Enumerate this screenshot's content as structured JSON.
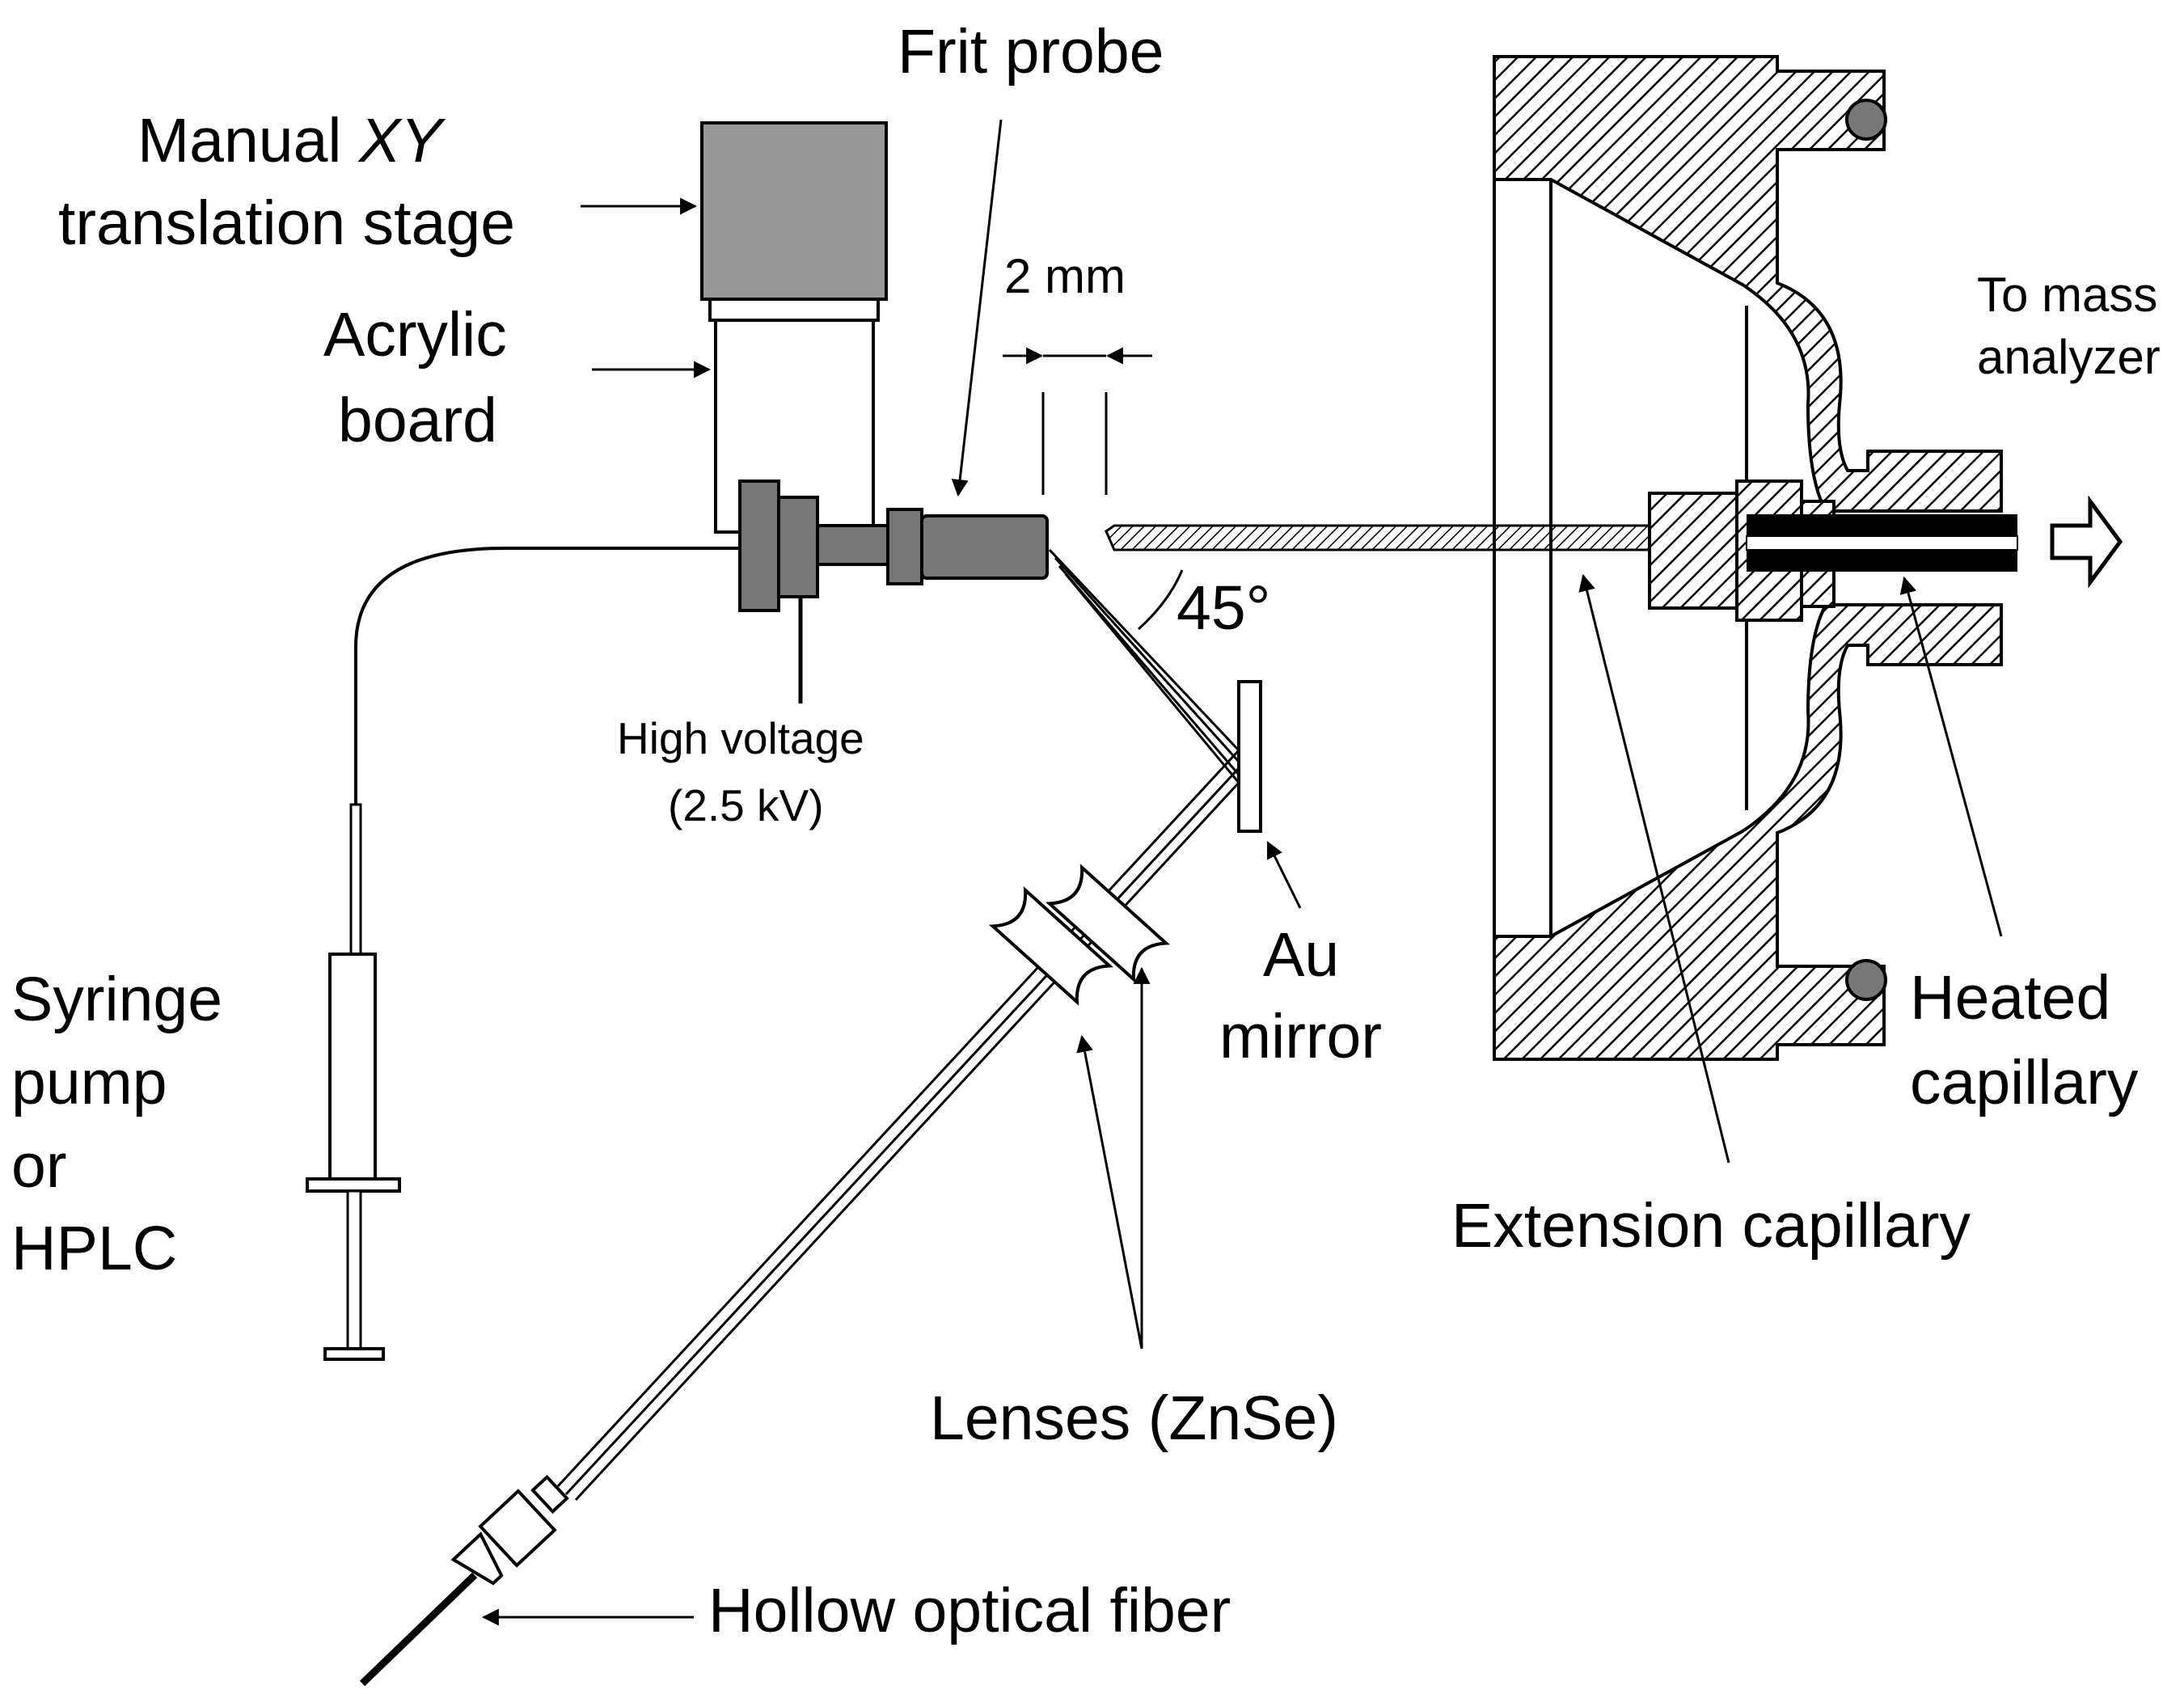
{
  "labels": {
    "frit_probe": "Frit probe",
    "stage_line1_prefix": "Manual ",
    "stage_line1_italic": "XY",
    "stage_line2": "translation stage",
    "acrylic_line1": "Acrylic",
    "acrylic_line2": "board",
    "gap": "2 mm",
    "angle": "45°",
    "hv_line1": "High voltage",
    "hv_line2": "(2.5 kV)",
    "syringe_line1": "Syringe",
    "syringe_line2": "pump",
    "syringe_line3": "or",
    "syringe_line4": "HPLC",
    "mirror_line1": "Au",
    "mirror_line2": "mirror",
    "lenses": "Lenses (ZnSe)",
    "fiber": "Hollow optical fiber",
    "to_mass_line1": "To mass",
    "to_mass_line2": "analyzer",
    "heated_line1": "Heated",
    "heated_line2": "capillary",
    "extension": "Extension capillary"
  },
  "colors": {
    "stage_fill": "#999999",
    "probe_fill": "#777777",
    "oring_fill": "#777777",
    "ink": "#000000"
  }
}
